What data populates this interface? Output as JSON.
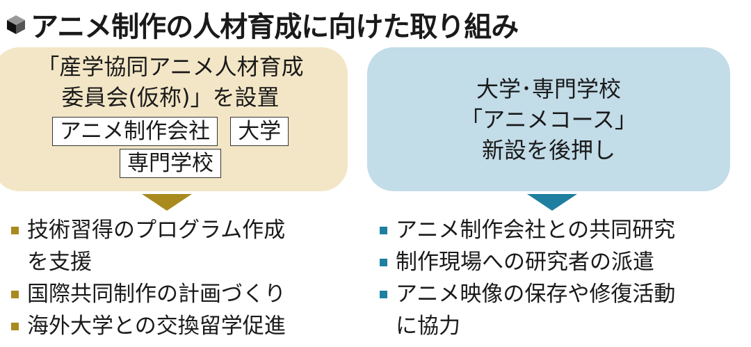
{
  "title": "アニメ制作の人材育成に向けた取り組み",
  "colors": {
    "left_bg": "#f3e6c6",
    "left_accent": "#a88a1e",
    "right_bg": "#c2dce8",
    "right_accent": "#1e7fa0"
  },
  "left": {
    "heading_line1": "「産学協同アニメ人材育成",
    "heading_line2": "委員会(仮称)」を設置",
    "tags": [
      "アニメ制作会社",
      "大学",
      "専門学校"
    ],
    "items": [
      [
        "技術習得のプログラム作成",
        "を支援"
      ],
      [
        "国際共同制作の計画づくり"
      ],
      [
        "海外大学との交換留学促進"
      ]
    ]
  },
  "right": {
    "line1": "大学･専門学校",
    "line2": "「アニメコース」",
    "line3": "新設を後押し",
    "items": [
      [
        "アニメ制作会社との共同研究"
      ],
      [
        "制作現場への研究者の派遣"
      ],
      [
        "アニメ映像の保存や修復活動",
        "に協力"
      ]
    ]
  }
}
